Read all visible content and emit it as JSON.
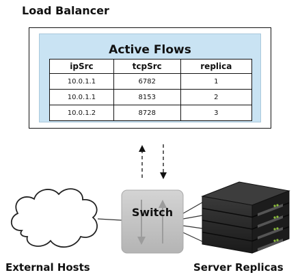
{
  "load_balancer": {
    "title": "Load Balancer",
    "active_flows": {
      "title": "Active Flows",
      "columns": [
        "ipSrc",
        "tcpSrc",
        "replica"
      ],
      "rows": [
        [
          "10.0.1.1",
          "6782",
          "1"
        ],
        [
          "10.0.1.1",
          "8153",
          "2"
        ],
        [
          "10.0.1.2",
          "8728",
          "3"
        ]
      ]
    }
  },
  "switch": {
    "label": "Switch"
  },
  "external_hosts": {
    "label": "External Hosts"
  },
  "server_replicas": {
    "label": "Server Replicas"
  },
  "colors": {
    "flows_panel": "#c9e3f3",
    "switch_fill": "#c6c6c6",
    "server_body": "#2a2a2a",
    "server_led": "#8dbf3c"
  }
}
